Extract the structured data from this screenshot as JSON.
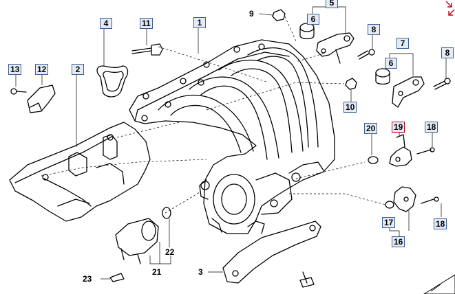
{
  "diagram": {
    "callouts": [
      {
        "id": "c1",
        "text": "1"
      },
      {
        "id": "c2",
        "text": "2"
      },
      {
        "id": "c3",
        "text": "3"
      },
      {
        "id": "c4",
        "text": "4"
      },
      {
        "id": "c5",
        "text": "5"
      },
      {
        "id": "c6a",
        "text": "6"
      },
      {
        "id": "c6b",
        "text": "6"
      },
      {
        "id": "c7",
        "text": "7"
      },
      {
        "id": "c8a",
        "text": "8"
      },
      {
        "id": "c8b",
        "text": "8"
      },
      {
        "id": "c9",
        "text": "9"
      },
      {
        "id": "c10",
        "text": "10"
      },
      {
        "id": "c11",
        "text": "11"
      },
      {
        "id": "c12",
        "text": "12"
      },
      {
        "id": "c13",
        "text": "13"
      },
      {
        "id": "c16",
        "text": "16"
      },
      {
        "id": "c17",
        "text": "17"
      },
      {
        "id": "c18a",
        "text": "18"
      },
      {
        "id": "c18b",
        "text": "18"
      },
      {
        "id": "c19",
        "text": "19",
        "highlight": true
      },
      {
        "id": "c20",
        "text": "20"
      },
      {
        "id": "c21",
        "text": "21"
      },
      {
        "id": "c22",
        "text": "22"
      },
      {
        "id": "c23",
        "text": "23"
      }
    ],
    "colors": {
      "box_border": "#3b5f9a",
      "box_fill": "#e4ebf5",
      "highlight_border": "#c0001a",
      "corner_arrows": "#c0001a"
    }
  }
}
